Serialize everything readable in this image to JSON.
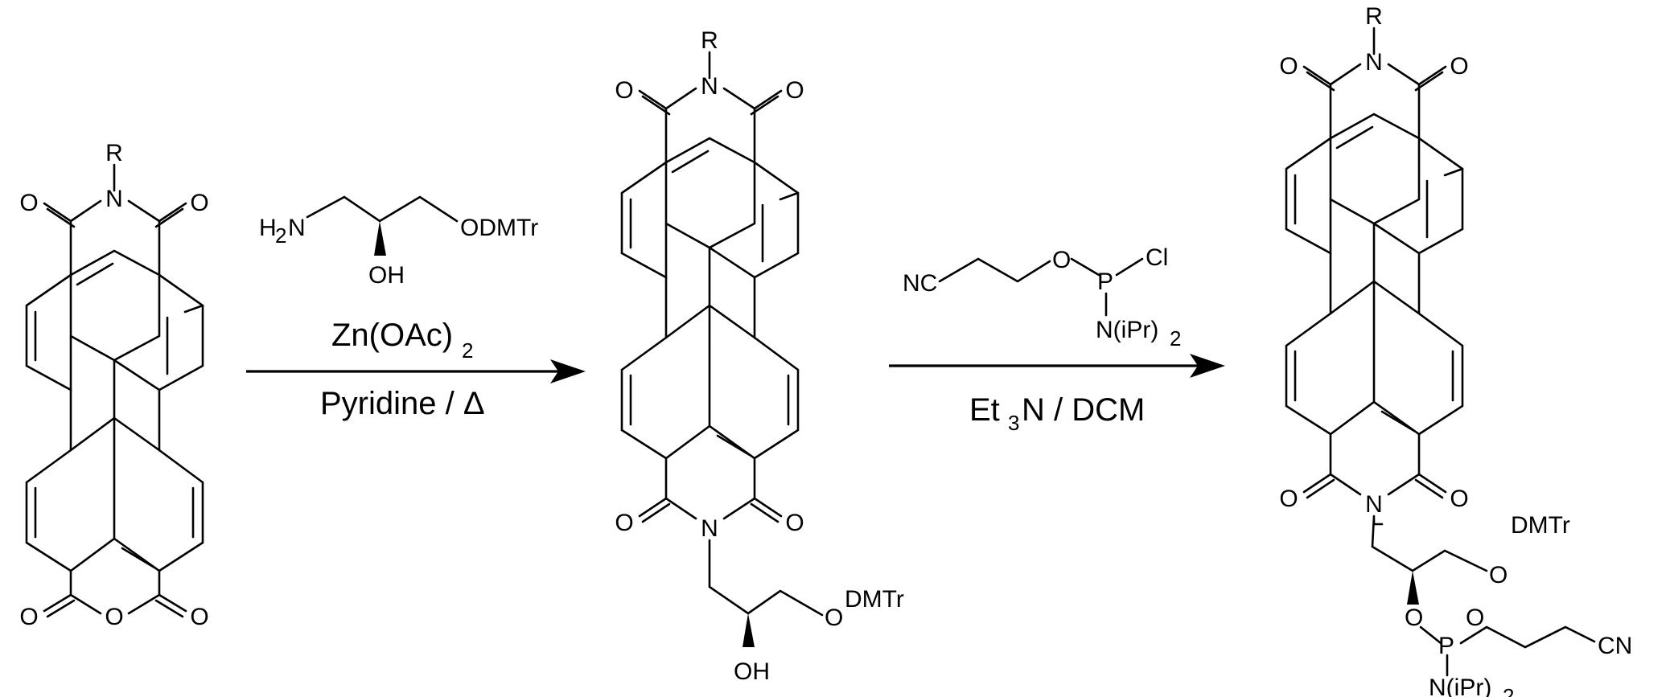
{
  "colors": {
    "ink": "#000000",
    "background": "#ffffff"
  },
  "labels": {
    "R": "R",
    "N": "N",
    "O": "O",
    "P": "P",
    "OH": "OH",
    "Cl": "Cl",
    "CN": "CN",
    "NC": "NC",
    "DMTr": "DMTr",
    "ODMTr": "ODMTr",
    "H": "H",
    "two": "2",
    "three": "3",
    "NiPr": "N(iPr)"
  },
  "reaction1": {
    "reagent_main": "Zn(OAc)",
    "reagent_sub": "2",
    "solvent": "Pyridine / Δ"
  },
  "reaction2": {
    "cond_a": "Et",
    "cond_sub": "3",
    "cond_b": "N / DCM"
  }
}
